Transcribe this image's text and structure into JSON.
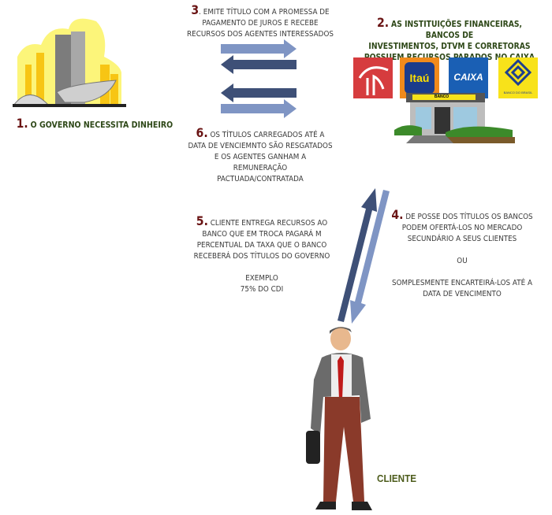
{
  "steps": {
    "s1": {
      "num": "1.",
      "text": "O GOVERNO NECESSITA DINHEIRO"
    },
    "s2": {
      "num": "2.",
      "lines": [
        "AS INSTITUIÇÕES FINANCEIRAS, BANCOS DE",
        "INVESTIMENTOS, DTVM E CORRETORAS",
        "POSSUEM RECURSOS PARADOS NO CAIXA"
      ]
    },
    "s3": {
      "num": "3",
      "lines": [
        ". EMITE TÍTULO COM A PROMESSA DE",
        "PAGAMENTO DE JUROS E RECEBE",
        "RECURSOS DOS AGENTES INTERESSADOS"
      ]
    },
    "s4": {
      "num": "4.",
      "lines": [
        "DE POSSE DOS TÍTULOS OS BANCOS",
        "PODEM OFERTÁ-LOS NO MERCADO",
        "SECUNDÁRIO A SEUS CLIENTES"
      ],
      "or": "OU",
      "alt": [
        "SOMPLESMENTE ENCARTEIRÁ-LOS ATÉ A",
        "DATA DE VENCIMENTO"
      ]
    },
    "s5": {
      "num": "5.",
      "lines": [
        "CLIENTE ENTREGA RECURSOS AO",
        "BANCO QUE EM TROCA PAGARÁ M",
        "PERCENTUAL DA TAXA QUE O BANCO",
        "RECEBERÁ DOS TÍTULOS DO GOVERNO"
      ],
      "example": [
        "EXEMPLO",
        "75% DO CDI"
      ]
    },
    "s6": {
      "num": "6.",
      "lines": [
        "OS TÍTULOS CARREGADOS ATÉ A",
        "DATA DE VENCIEMNTO SÃO RESGATADOS",
        "E OS AGENTES GANHAM A",
        "REMUNERAÇÃO",
        "PACTUADA/CONTRATADA"
      ]
    }
  },
  "logos": {
    "itau": "Itaú",
    "caixa": "CAIXA",
    "bb": "BANCO DO BRASIL",
    "bank_sign": "BANCO"
  },
  "client_label": "CLIENTE",
  "colors": {
    "arrow_light": "#7f95c4",
    "arrow_dark": "#3e5077",
    "number": "#6a1414",
    "heading": "#2e4818",
    "client": "#4d5c1c"
  }
}
